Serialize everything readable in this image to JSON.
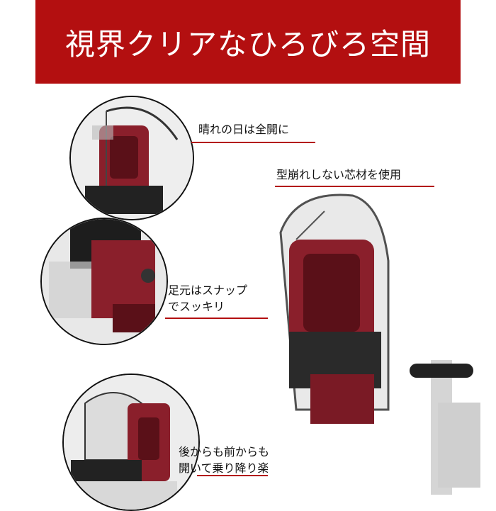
{
  "banner": {
    "title": "視界クリアなひろびろ空間"
  },
  "callouts": {
    "sunny": "晴れの日は全開に",
    "core": "型崩れしない芯材を使用",
    "footrest_1": "足元はスナップ",
    "footrest_2": "でスッキリ",
    "open_1": "後からも前からも",
    "open_2": "開いて乗り降り楽々"
  },
  "colors": {
    "banner": "#b30f10",
    "accent_line": "#b30f10",
    "seat": "#8a1f2b",
    "frame": "#222222"
  }
}
